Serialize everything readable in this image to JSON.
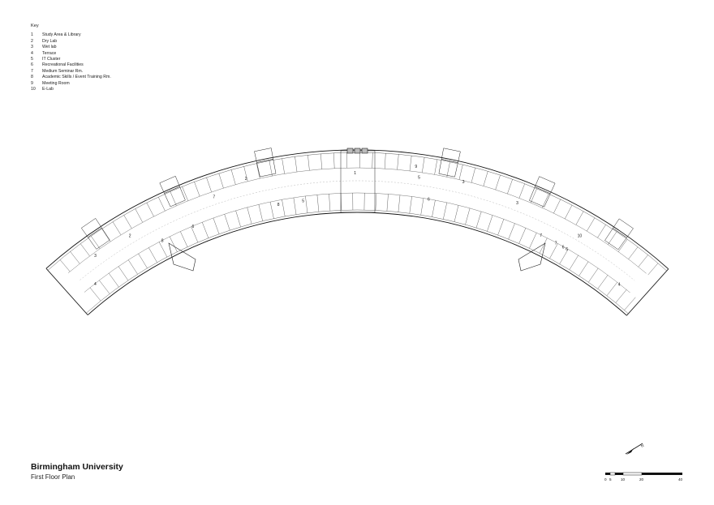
{
  "key": {
    "title": "Key",
    "items": [
      {
        "num": "1",
        "label": "Study Area & Library"
      },
      {
        "num": "2",
        "label": "Dry Lab"
      },
      {
        "num": "3",
        "label": "Wet lab"
      },
      {
        "num": "4",
        "label": "Terrace"
      },
      {
        "num": "5",
        "label": "IT Cluster"
      },
      {
        "num": "6",
        "label": "Recreational Facilities"
      },
      {
        "num": "7",
        "label": "Medium Seminar Rm."
      },
      {
        "num": "8",
        "label": "Academic Skills / Event Training Rm."
      },
      {
        "num": "9",
        "label": "Meeting Room"
      },
      {
        "num": "10",
        "label": "E-Lab"
      }
    ]
  },
  "title_block": {
    "project": "Birmingham University",
    "drawing": "First Floor Plan"
  },
  "north_arrow": {
    "label": "N"
  },
  "scale_bar": {
    "ticks": [
      "0",
      "5",
      "10",
      "20",
      "40"
    ]
  },
  "room_labels": [
    "4",
    "3",
    "2",
    "8",
    "6",
    "7",
    "2",
    "1",
    "6",
    "3",
    "10",
    "7",
    "6",
    "3",
    "9",
    "5",
    "5",
    "8",
    "7",
    "6",
    "4"
  ]
}
